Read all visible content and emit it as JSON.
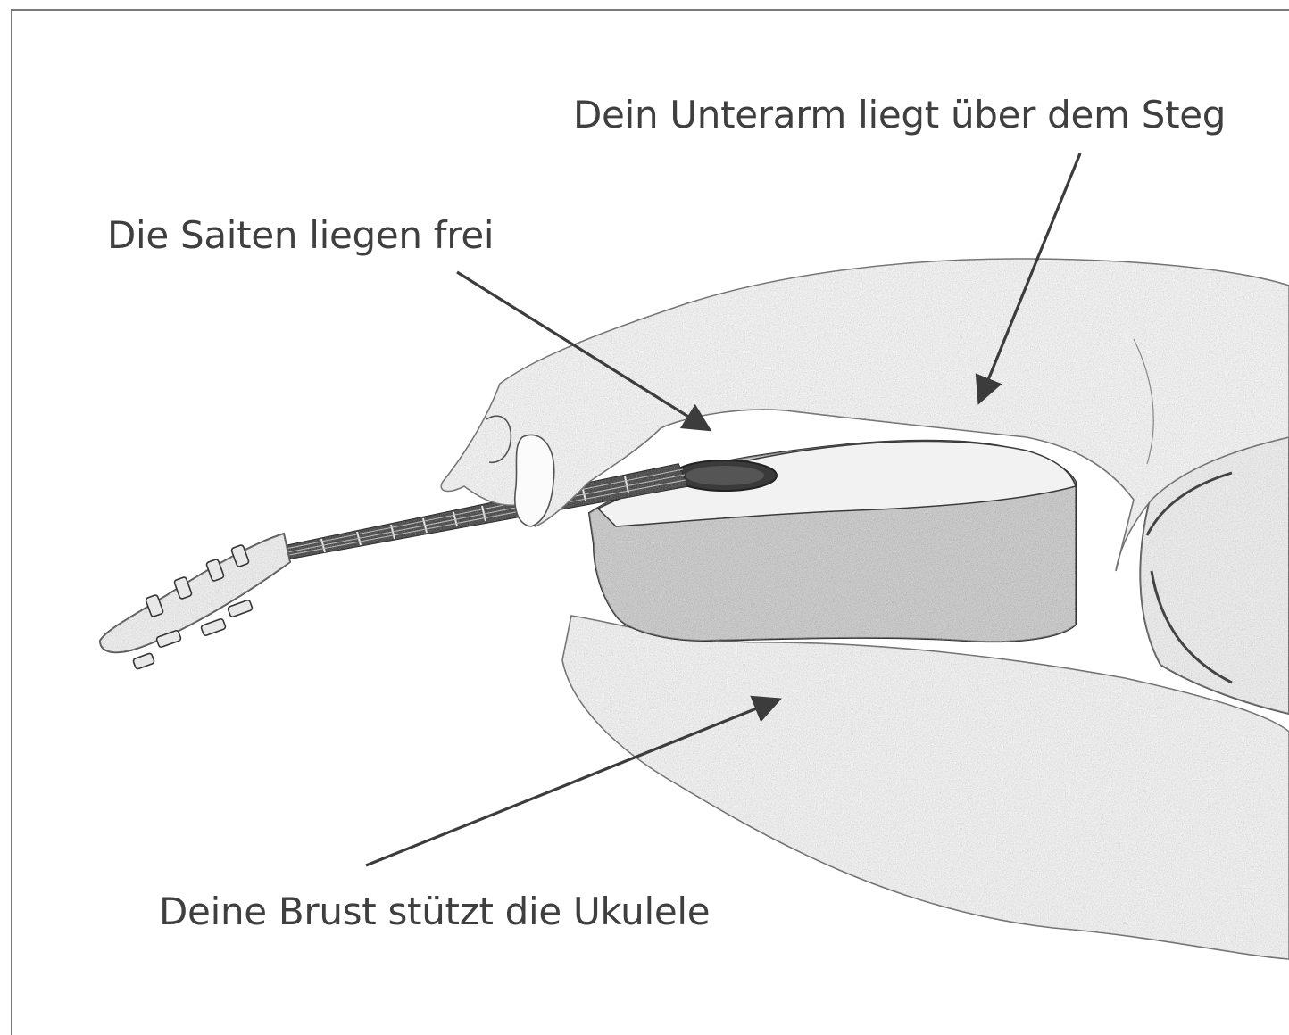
{
  "annotations": {
    "forearm_label": "Dein Unterarm liegt über dem Steg",
    "strings_label": "Die Saiten liegen frei",
    "chest_label": "Deine Brust stützt die Ukulele"
  },
  "colors": {
    "text": "#3f3f3f",
    "arrow": "#3c3c3c",
    "frame": "#7a7a7a",
    "sketch_line": "#555555"
  }
}
